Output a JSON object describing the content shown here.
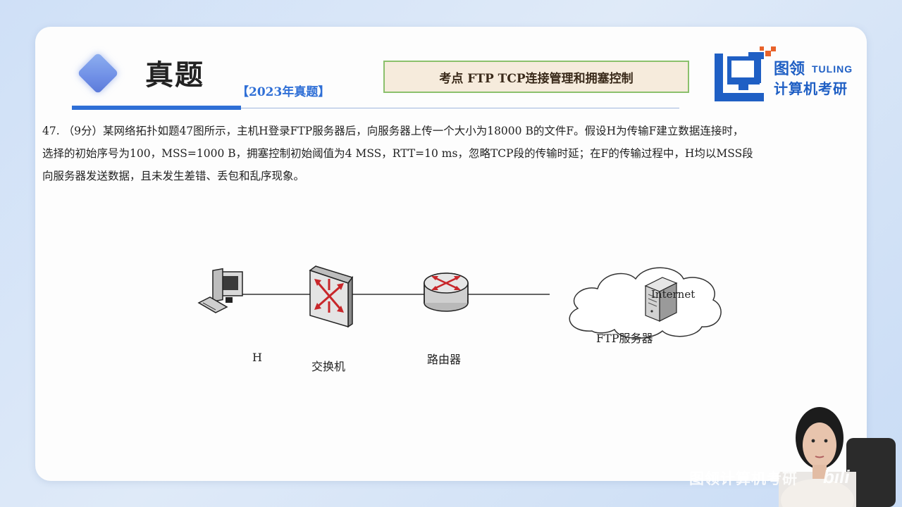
{
  "slide": {
    "title": "真题",
    "year_tag": "【2023年真题】",
    "topic": "考点 FTP TCP连接管理和拥塞控制"
  },
  "logo": {
    "cn_top": "图领",
    "en": "TULING",
    "cn_bottom": "计算机考研"
  },
  "question": {
    "lines": [
      "47. （9分）某网络拓扑如题47图所示，主机H登录FTP服务器后，向服务器上传一个大小为18000 B的文件F。假设H为传输F建立数据连接时，",
      "选择的初始序号为100，MSS=1000 B，拥塞控制初始阈值为4 MSS，RTT=10 ms，忽略TCP段的传输时延；在F的传输过程中，H均以MSS段",
      "向服务器发送数据，且未发生差错、丢包和乱序现象。"
    ]
  },
  "diagram": {
    "host_label": "H",
    "switch_label": "交换机",
    "router_label": "路由器",
    "cloud_label": "Internet",
    "server_label": "FTP服务器"
  },
  "watermark": {
    "text": "图领计算机考研",
    "site": "bili"
  },
  "colors": {
    "accent_blue": "#2f6fd6",
    "topic_border": "#8bc06c",
    "topic_bg": "#f6ebdc",
    "device_red": "#c8262a"
  }
}
